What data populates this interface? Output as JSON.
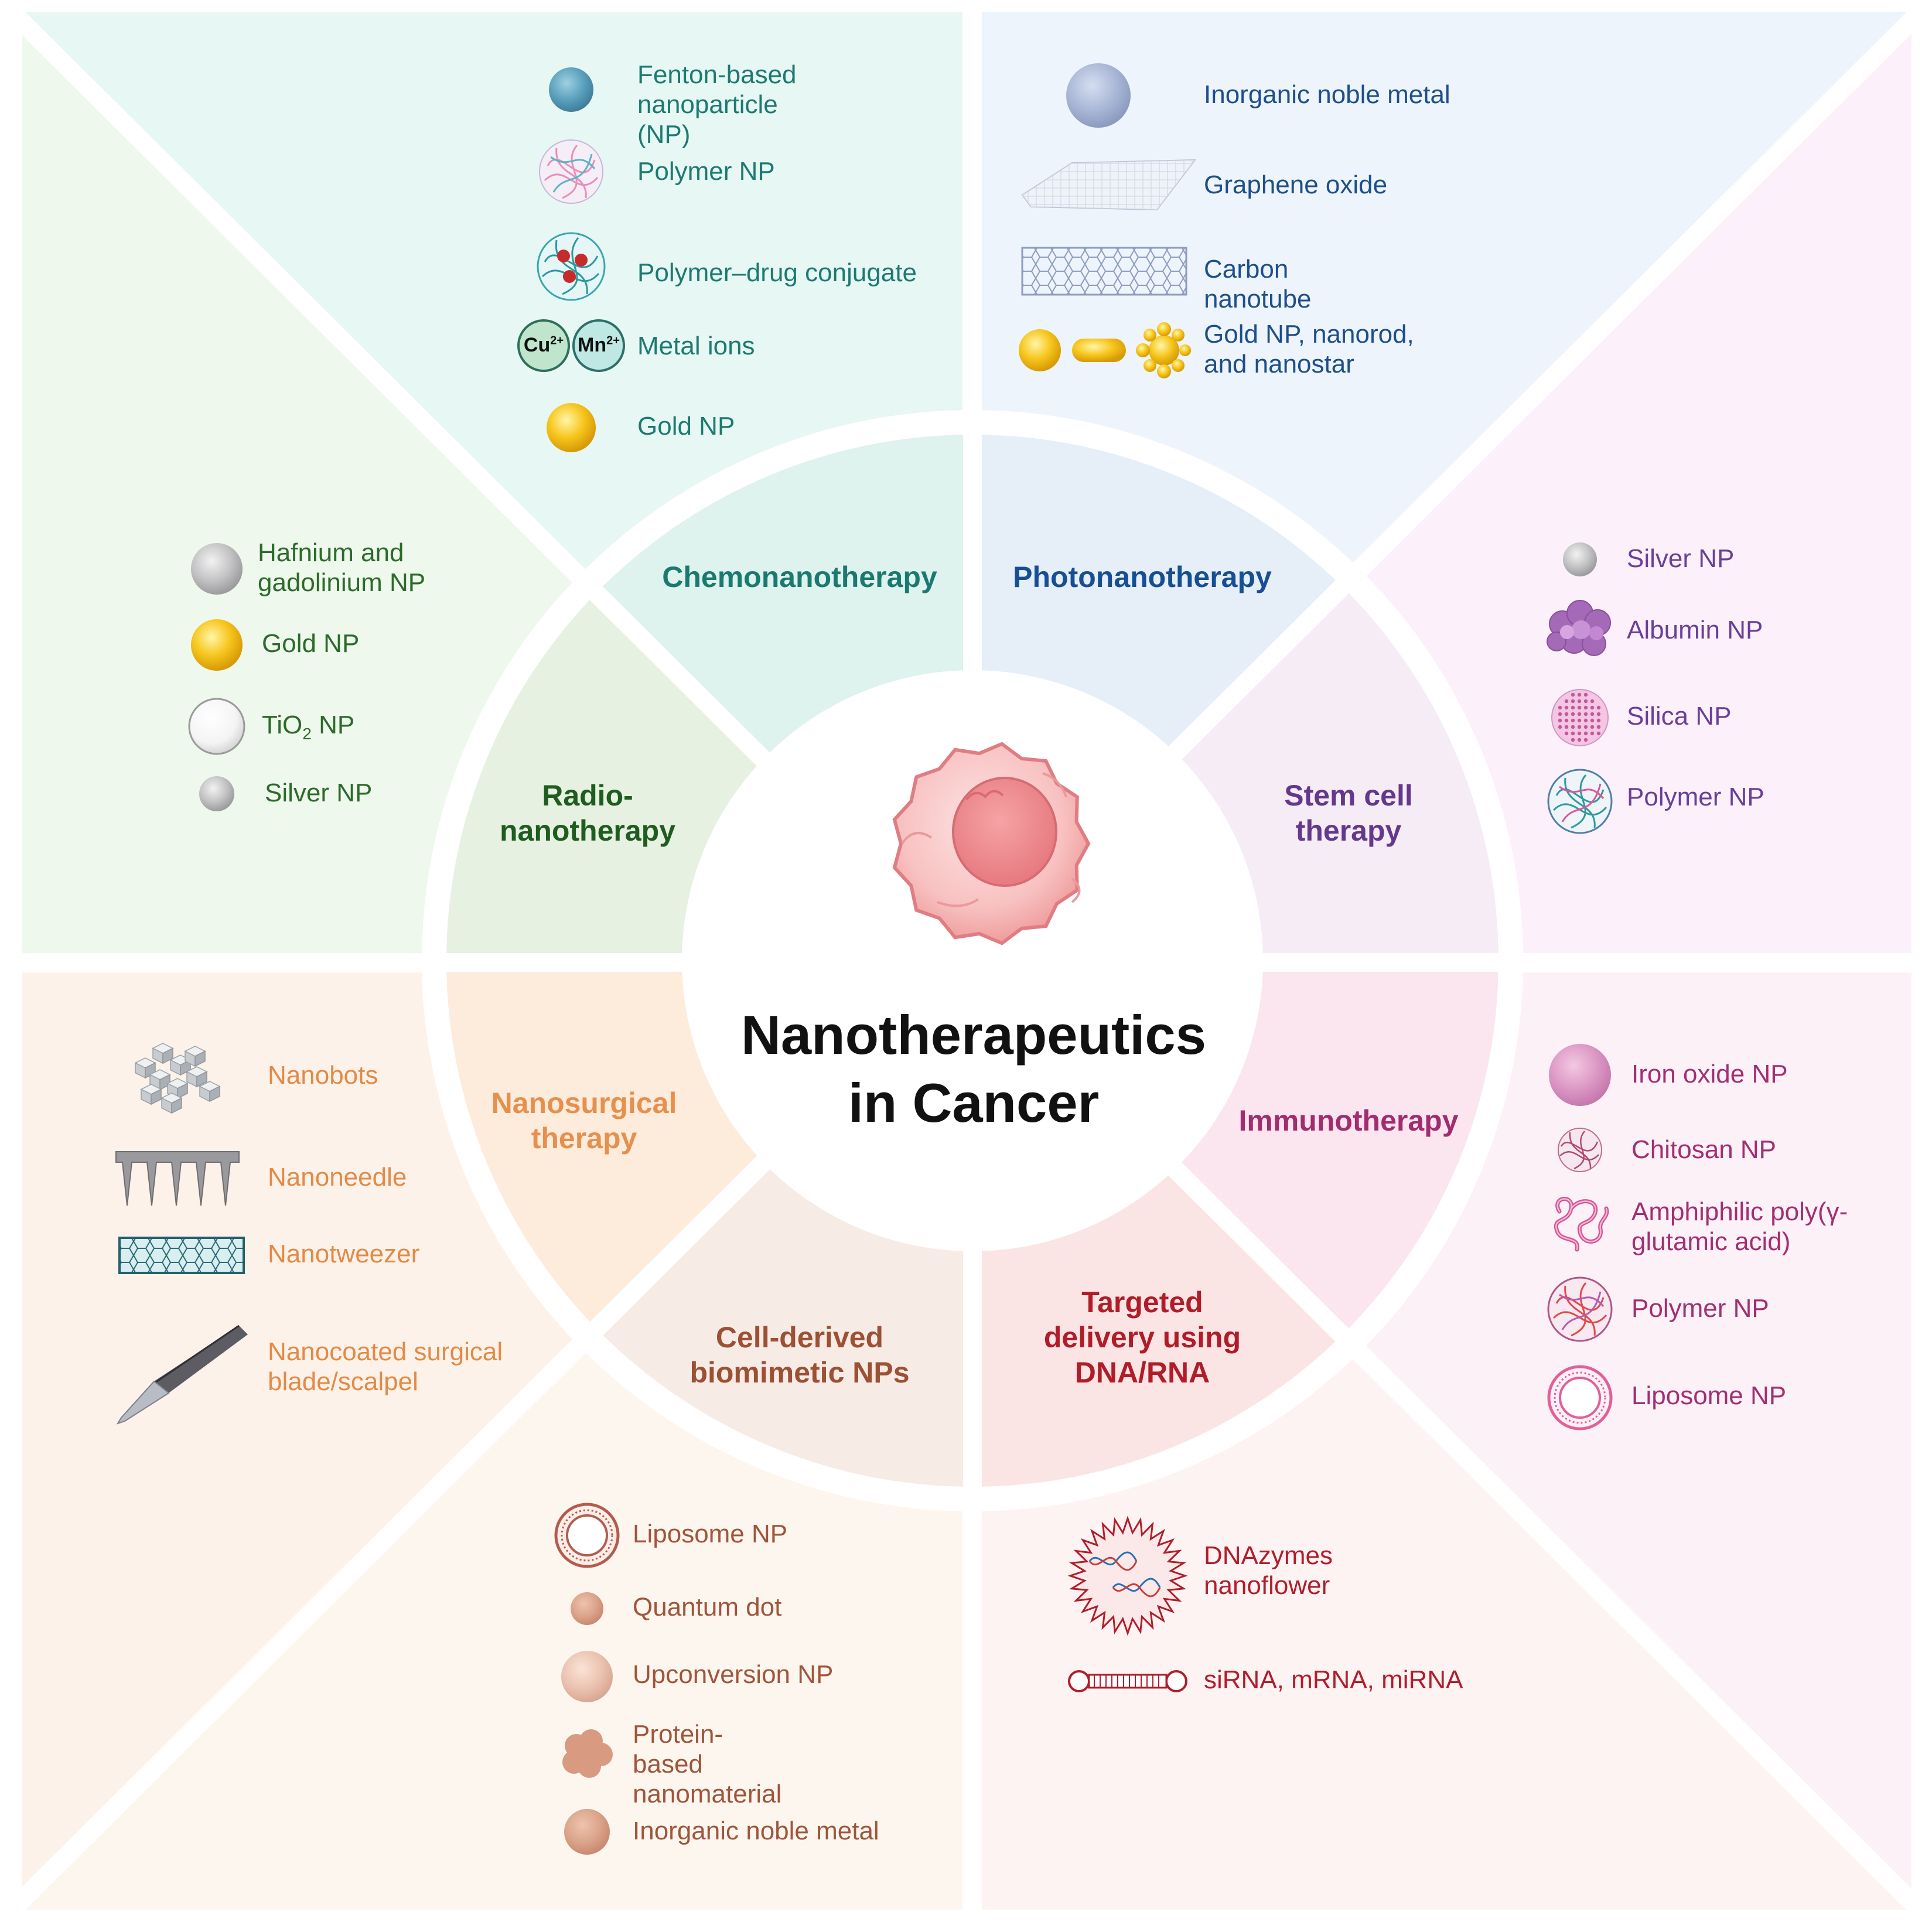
{
  "center_title": "Nanotherapeutics\nin Cancer",
  "colors": {
    "chemo": "#1d7a72",
    "photo": "#1e4f8a",
    "stem": "#6a3f9a",
    "immuno": "#a12f72",
    "targeted": "#b11d2b",
    "cell": "#a0553b",
    "nanosurgical": "#e38a46",
    "radio": "#2d6b2a"
  },
  "sectors": {
    "chemo": {
      "title": "Chemonanotherapy",
      "items": [
        {
          "icon": "fenton-sphere-icon",
          "label": "Fenton-based\nnanoparticle\n(NP)"
        },
        {
          "icon": "polymer-np-icon",
          "label": "Polymer NP"
        },
        {
          "icon": "polymer-drug-conjugate-icon",
          "label": "Polymer–drug conjugate"
        },
        {
          "icon": "metal-ions-icon",
          "label": "Metal ions",
          "badges": [
            "Cu",
            "Mn"
          ],
          "charge": "2+"
        },
        {
          "icon": "gold-sphere-icon",
          "label": "Gold NP"
        }
      ]
    },
    "photo": {
      "title": "Photonanotherapy",
      "items": [
        {
          "icon": "noble-metal-sphere-icon",
          "label": "Inorganic noble metal"
        },
        {
          "icon": "graphene-sheet-icon",
          "label": "Graphene oxide"
        },
        {
          "icon": "carbon-nanotube-icon",
          "label": "Carbon\nnanotube"
        },
        {
          "icon": "gold-shapes-icon",
          "label": "Gold NP, nanorod,\nand nanostar"
        }
      ]
    },
    "stem": {
      "title": "Stem cell\ntherapy",
      "items": [
        {
          "icon": "silver-sphere-icon",
          "label": "Silver NP"
        },
        {
          "icon": "albumin-cluster-icon",
          "label": "Albumin NP"
        },
        {
          "icon": "silica-sphere-icon",
          "label": "Silica NP"
        },
        {
          "icon": "polymer-np-icon",
          "label": "Polymer NP"
        }
      ]
    },
    "immuno": {
      "title": "Immunotherapy",
      "items": [
        {
          "icon": "iron-oxide-sphere-icon",
          "label": "Iron oxide NP"
        },
        {
          "icon": "chitosan-np-icon",
          "label": "Chitosan NP"
        },
        {
          "icon": "polymer-coil-icon",
          "label": "Amphiphilic poly(γ-\nglutamic acid)"
        },
        {
          "icon": "polymer-np-icon",
          "label": "Polymer NP"
        },
        {
          "icon": "liposome-icon",
          "label": "Liposome NP"
        }
      ]
    },
    "targeted": {
      "title": "Targeted\ndelivery using\nDNA/RNA",
      "items": [
        {
          "icon": "dnazyme-nanoflower-icon",
          "label": "DNAzymes\nnanoflower"
        },
        {
          "icon": "rna-duplex-icon",
          "label": "siRNA, mRNA, miRNA"
        }
      ]
    },
    "cell": {
      "title": "Cell-derived\nbiomimetic NPs",
      "items": [
        {
          "icon": "liposome-icon",
          "label": "Liposome NP"
        },
        {
          "icon": "quantum-dot-icon",
          "label": "Quantum dot"
        },
        {
          "icon": "upconversion-sphere-icon",
          "label": "Upconversion NP"
        },
        {
          "icon": "protein-cluster-icon",
          "label": "Protein-\nbased\nnanomaterial"
        },
        {
          "icon": "noble-metal-sphere-icon",
          "label": "Inorganic noble metal"
        }
      ]
    },
    "nanosurgical": {
      "title": "Nanosurgical\ntherapy",
      "items": [
        {
          "icon": "nanobots-icon",
          "label": "Nanobots"
        },
        {
          "icon": "nanoneedle-icon",
          "label": "Nanoneedle"
        },
        {
          "icon": "nanotweezer-icon",
          "label": "Nanotweezer"
        },
        {
          "icon": "scalpel-icon",
          "label": "Nanocoated surgical\nblade/scalpel"
        }
      ]
    },
    "radio": {
      "title": "Radio-\nnanotherapy",
      "items": [
        {
          "icon": "hafnium-sphere-icon",
          "label": "Hafnium and\ngadolinium NP"
        },
        {
          "icon": "gold-sphere-icon",
          "label": "Gold NP"
        },
        {
          "icon": "tio2-sphere-icon",
          "label": "TiO",
          "sub": "2",
          "label_after": "NP"
        },
        {
          "icon": "silver-sphere-icon",
          "label": "Silver NP"
        }
      ]
    }
  }
}
